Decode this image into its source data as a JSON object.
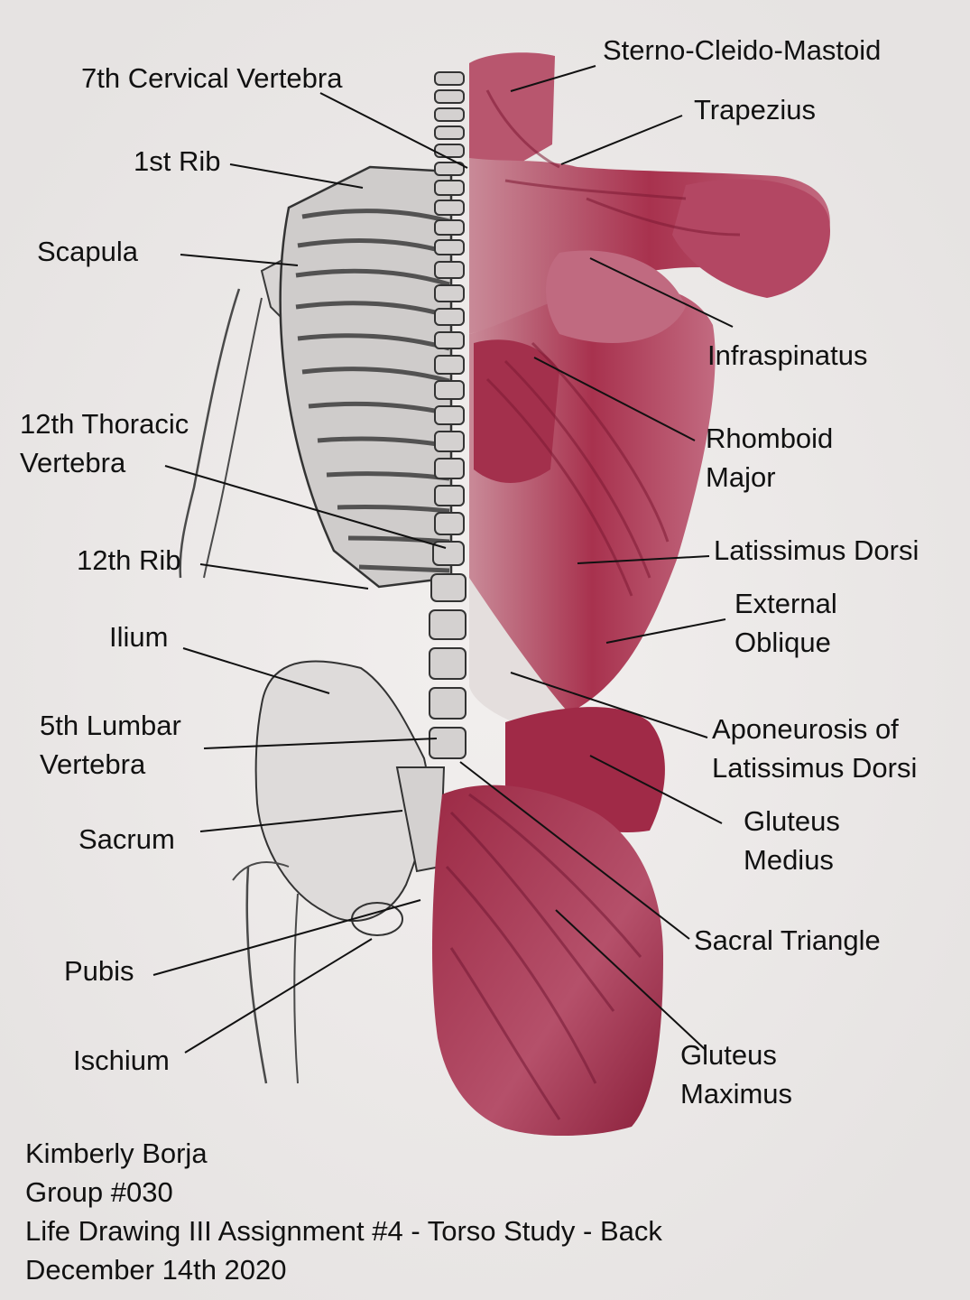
{
  "labels": {
    "cervical7": "7th Cervical Vertebra",
    "rib1": "1st Rib",
    "scapula": "Scapula",
    "thoracic12_line1": "12th Thoracic",
    "thoracic12_line2": "Vertebra",
    "rib12": "12th Rib",
    "ilium": "Ilium",
    "lumbar5_line1": "5th Lumbar",
    "lumbar5_line2": "Vertebra",
    "sacrum": "Sacrum",
    "pubis": "Pubis",
    "ischium": "Ischium",
    "scm": "Sterno-Cleido-Mastoid",
    "trapezius": "Trapezius",
    "infraspinatus": "Infraspinatus",
    "rhomboid_line1": "Rhomboid",
    "rhomboid_line2": "Major",
    "latissimus": "Latissimus Dorsi",
    "oblique_line1": "External",
    "oblique_line2": "Oblique",
    "aponeurosis_line1": "Aponeurosis of",
    "aponeurosis_line2": "Latissimus Dorsi",
    "gmed_line1": "Gluteus",
    "gmed_line2": "Medius",
    "sacral": "Sacral Triangle",
    "gmax_line1": "Gluteus",
    "gmax_line2": "Maximus"
  },
  "credits": {
    "author": "Kimberly Borja",
    "group": "Group #030",
    "assignment": "Life Drawing III Assignment #4 - Torso Study - Back",
    "date": "December 14th 2020"
  },
  "colors": {
    "background": "#e9e6e5",
    "muscle": "#a8324e",
    "muscle_dark": "#7e1a34",
    "bone_sketch": "#4a4a4a",
    "leader": "#111111"
  }
}
